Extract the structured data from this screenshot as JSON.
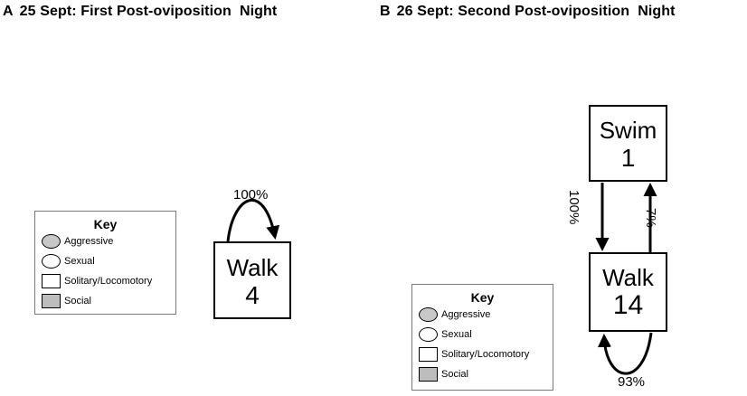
{
  "panels": [
    {
      "letter": "A",
      "title": "25 Sept: First Post-oviposition  Night",
      "nodes": [
        {
          "label": "Walk",
          "count": "4"
        }
      ],
      "edges": [
        {
          "from": "Walk",
          "to": "Walk",
          "label": "100%"
        }
      ]
    },
    {
      "letter": "B",
      "title": "26 Sept: Second Post-oviposition  Night",
      "nodes": [
        {
          "label": "Swim",
          "count": "1"
        },
        {
          "label": "Walk",
          "count": "14"
        }
      ],
      "edges": [
        {
          "from": "Swim",
          "to": "Walk",
          "label": "100%"
        },
        {
          "from": "Walk",
          "to": "Swim",
          "label": "7%"
        },
        {
          "from": "Walk",
          "to": "Walk",
          "label": "93%"
        }
      ]
    }
  ],
  "key": {
    "title": "Key",
    "items": [
      {
        "label": "Aggressive",
        "shape": "ellipse",
        "fill": "#c8c8c8"
      },
      {
        "label": "Sexual",
        "shape": "ellipse",
        "fill": "#ffffff"
      },
      {
        "label": "Solitary/Locomotory",
        "shape": "rectangle",
        "fill": "#ffffff"
      },
      {
        "label": "Social",
        "shape": "rectangle",
        "fill": "#bdbdbd"
      }
    ]
  }
}
